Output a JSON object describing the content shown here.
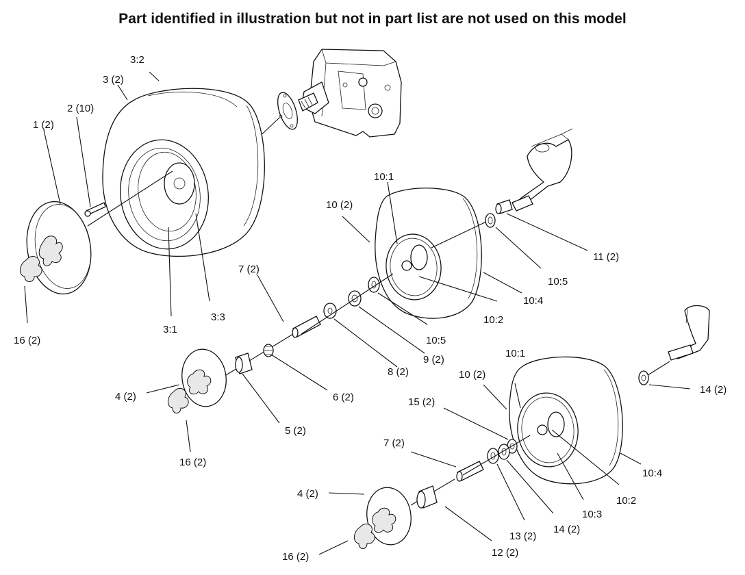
{
  "title": "Part identified in illustration but not in part list are not used on this model",
  "labels": {
    "l_3_2": "3:2",
    "l_3_qty": "3 (2)",
    "l_2_qty": "2 (10)",
    "l_1_qty": "1 (2)",
    "l_16_a": "16 (2)",
    "l_3_1": "3:1",
    "l_3_3": "3:3",
    "l_7_a": "7 (2)",
    "l_10_1_a": "10:1",
    "l_10_qty_a": "10 (2)",
    "l_11": "11 (2)",
    "l_10_5_a": "10:5",
    "l_10_4_a": "10:4",
    "l_10_2_a": "10:2",
    "l_10_5_b": "10:5",
    "l_9": "9 (2)",
    "l_8": "8 (2)",
    "l_6": "6 (2)",
    "l_5": "5 (2)",
    "l_4_a": "4 (2)",
    "l_16_b": "16 (2)",
    "l_10_1_b": "10:1",
    "l_10_qty_b": "10 (2)",
    "l_15": "15 (2)",
    "l_14_a": "14 (2)",
    "l_7_b": "7 (2)",
    "l_10_4_b": "10:4",
    "l_10_2_b": "10:2",
    "l_10_3": "10:3",
    "l_4_b": "4 (2)",
    "l_13": "13 (2)",
    "l_14_b": "14 (2)",
    "l_12": "12 (2)",
    "l_16_c": "16 (2)"
  }
}
